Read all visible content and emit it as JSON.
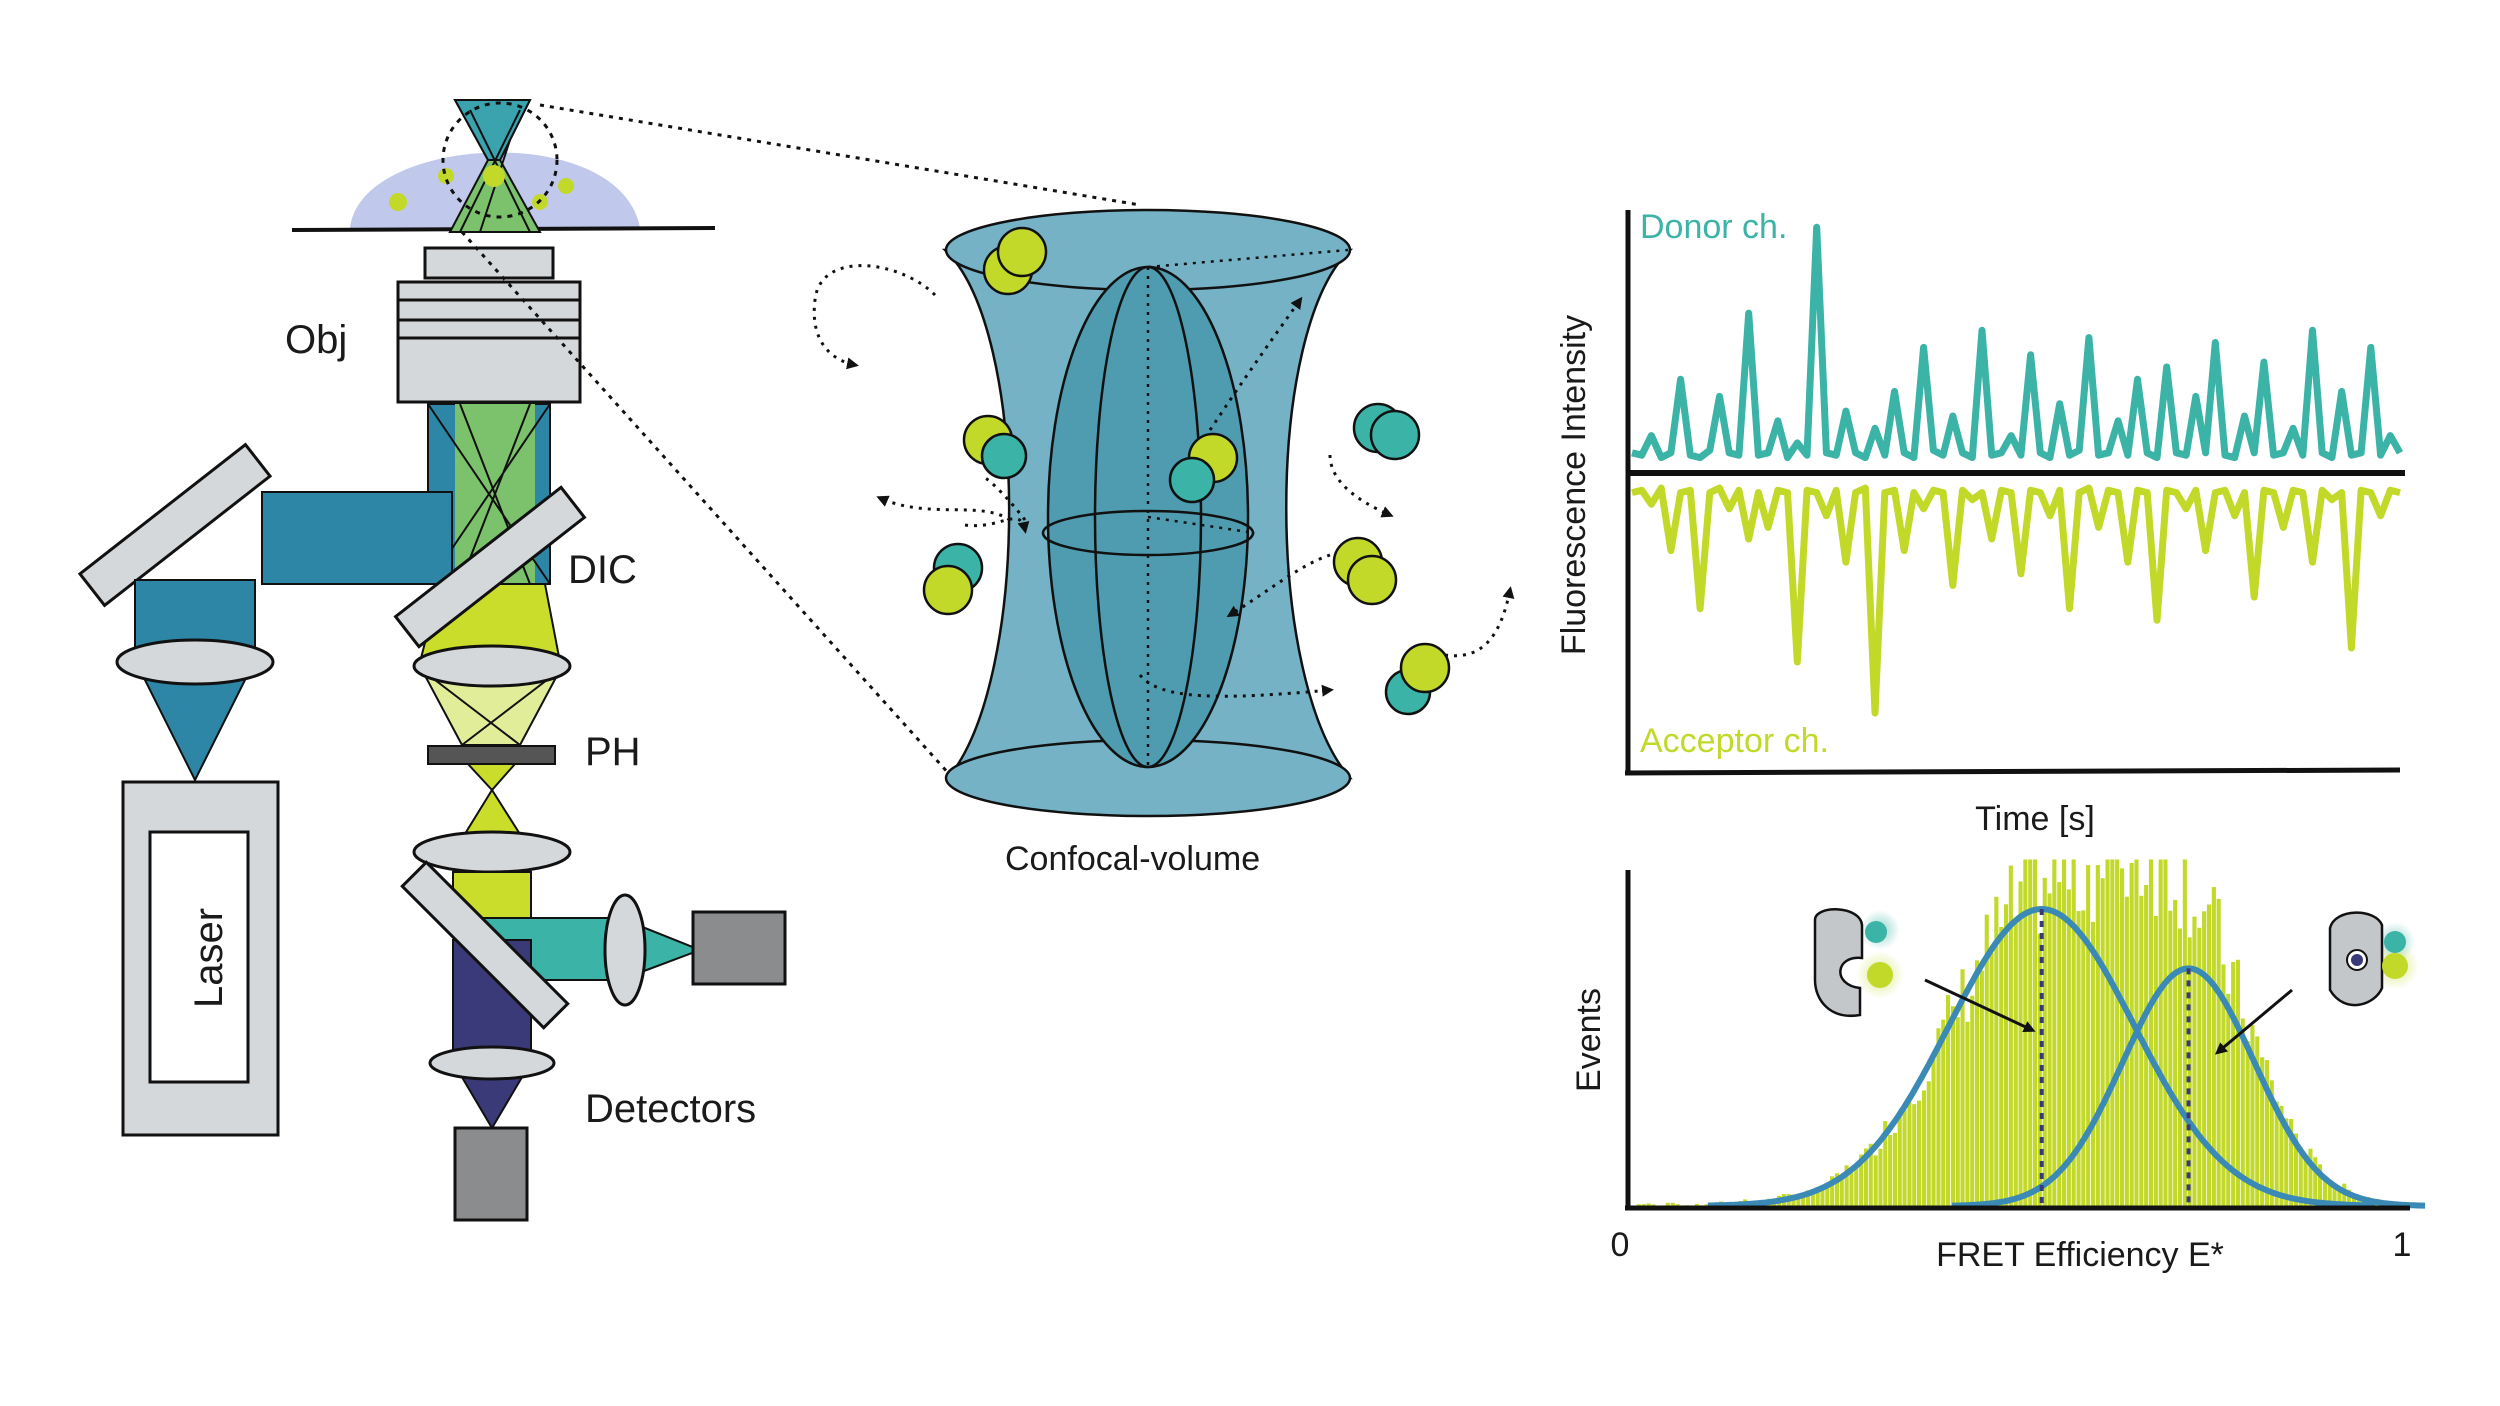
{
  "labels": {
    "objective": "Obj",
    "dichroic": "DIC",
    "pinhole": "PH",
    "detectors": "Detectors",
    "laser": "Laser",
    "confocal_volume": "Confocal-volume"
  },
  "colors": {
    "excitation": "#2e86a6",
    "emission": "#c9dd2a",
    "donor": "#3bb3a6",
    "acceptor": "#c2d92a",
    "detector_dark": "#3b3a78",
    "sample": "#b9c2ea",
    "gray": "#d5d8da",
    "fit_curve": "#3a8ab5"
  },
  "trace_panel": {
    "donor_label": "Donor ch.",
    "acceptor_label": "Acceptor ch.",
    "ylabel": "Fluorescence Intensity",
    "xlabel": "Time [s]"
  },
  "histogram_panel": {
    "ylabel": "Events",
    "xlabel": "FRET Efficiency E*",
    "x_min_label": "0",
    "x_max_label": "1"
  },
  "chart_data": [
    {
      "type": "line",
      "xlabel": "Time [s]",
      "ylabel": "Fluorescence Intensity",
      "series": [
        {
          "name": "Donor ch.",
          "values": [
            0.05,
            0.04,
            0.12,
            0.03,
            0.05,
            0.35,
            0.04,
            0.03,
            0.06,
            0.28,
            0.05,
            0.04,
            0.62,
            0.04,
            0.05,
            0.18,
            0.03,
            0.09,
            0.04,
            0.97,
            0.05,
            0.04,
            0.22,
            0.05,
            0.03,
            0.15,
            0.04,
            0.3,
            0.05,
            0.03,
            0.48,
            0.06,
            0.04,
            0.2,
            0.05,
            0.03,
            0.55,
            0.04,
            0.05,
            0.12,
            0.04,
            0.45,
            0.05,
            0.03,
            0.25,
            0.04,
            0.06,
            0.52,
            0.04,
            0.05,
            0.18,
            0.04,
            0.35,
            0.05,
            0.03,
            0.4,
            0.05,
            0.04,
            0.28,
            0.05,
            0.5,
            0.04,
            0.03,
            0.2,
            0.05,
            0.42,
            0.04,
            0.05,
            0.15,
            0.04,
            0.55,
            0.05,
            0.03,
            0.3,
            0.04,
            0.05,
            0.48,
            0.04,
            0.12,
            0.05
          ]
        },
        {
          "name": "Acceptor ch.",
          "values": [
            0.05,
            0.04,
            0.1,
            0.03,
            0.3,
            0.05,
            0.04,
            0.55,
            0.05,
            0.03,
            0.12,
            0.04,
            0.25,
            0.05,
            0.2,
            0.04,
            0.05,
            0.78,
            0.04,
            0.05,
            0.15,
            0.04,
            0.35,
            0.05,
            0.03,
            1.0,
            0.05,
            0.04,
            0.3,
            0.05,
            0.12,
            0.04,
            0.05,
            0.45,
            0.04,
            0.08,
            0.05,
            0.25,
            0.04,
            0.05,
            0.4,
            0.04,
            0.05,
            0.15,
            0.04,
            0.55,
            0.05,
            0.03,
            0.2,
            0.04,
            0.05,
            0.35,
            0.04,
            0.05,
            0.6,
            0.04,
            0.05,
            0.12,
            0.04,
            0.3,
            0.05,
            0.04,
            0.15,
            0.05,
            0.5,
            0.04,
            0.05,
            0.2,
            0.04,
            0.05,
            0.35,
            0.04,
            0.08,
            0.05,
            0.72,
            0.04,
            0.05,
            0.15,
            0.04,
            0.05
          ]
        }
      ]
    },
    {
      "type": "bar",
      "xlabel": "FRET Efficiency E*",
      "ylabel": "Events",
      "xlim": [
        0,
        1
      ],
      "populations": [
        {
          "center": 0.53,
          "width": 0.12,
          "amplitude": 0.9
        },
        {
          "center": 0.72,
          "width": 0.085,
          "amplitude": 0.72
        }
      ]
    }
  ]
}
